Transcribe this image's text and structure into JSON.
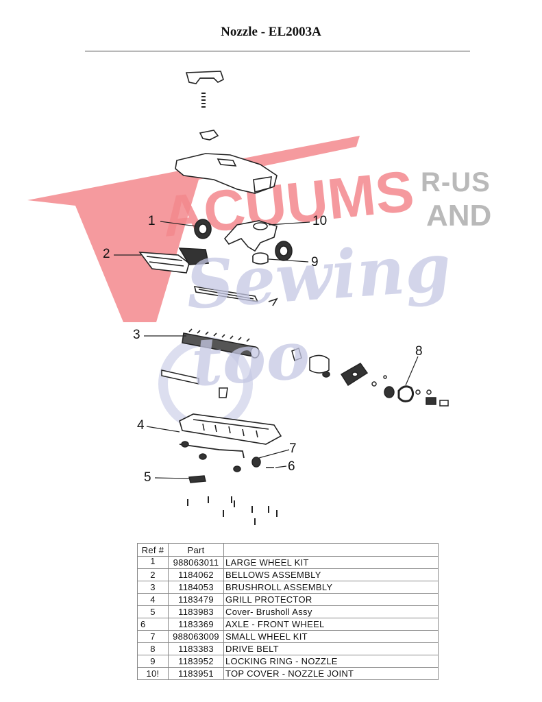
{
  "title": "Nozzle - EL2003A",
  "watermark": {
    "brand": "VACUUMS",
    "tagline_top": "R-US",
    "tagline_mid": "AND",
    "script": "Sewing too",
    "colors": {
      "red": "#f07d82",
      "gray": "#b9b9b9",
      "lavender": "#c5c8e4"
    }
  },
  "callouts": [
    "1",
    "2",
    "3",
    "4",
    "5",
    "6",
    "7",
    "8",
    "9",
    "10"
  ],
  "table": {
    "headers": {
      "ref": "Ref #",
      "part": "Part",
      "desc": ""
    },
    "rows": [
      {
        "ref": "1",
        "part": "988063011",
        "desc": "LARGE WHEEL KIT"
      },
      {
        "ref": "2",
        "part": "1184062",
        "desc": "BELLOWS ASSEMBLY"
      },
      {
        "ref": "3",
        "part": "1184053",
        "desc": "BRUSHROLL ASSEMBLY"
      },
      {
        "ref": "4",
        "part": "1183479",
        "desc": "GRILL PROTECTOR"
      },
      {
        "ref": "5",
        "part": "1183983",
        "desc": "Cover- Brusholl Assy"
      },
      {
        "ref": "6",
        "part": "1183369",
        "desc": "AXLE - FRONT WHEEL"
      },
      {
        "ref": "7",
        "part": "988063009",
        "desc": "SMALL WHEEL KIT"
      },
      {
        "ref": "8",
        "part": "1183383",
        "desc": "DRIVE BELT"
      },
      {
        "ref": "9",
        "part": "1183952",
        "desc": "LOCKING RING - NOZZLE"
      },
      {
        "ref": "10!",
        "part": "1183951",
        "desc": "TOP COVER - NOZZLE JOINT"
      }
    ]
  }
}
